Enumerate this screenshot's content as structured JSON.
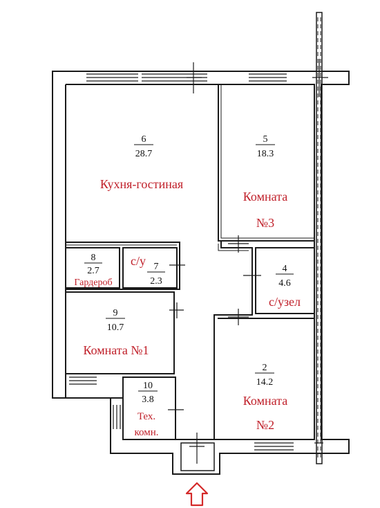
{
  "colors": {
    "wall": "#1a1a1a",
    "label_red": "#c0202a",
    "entrance_arrow": "#d42a2a",
    "background": "#ffffff"
  },
  "rooms": [
    {
      "id": "r6",
      "number": "6",
      "area": "28.7",
      "name": "Кухня-гостиная"
    },
    {
      "id": "r5",
      "number": "5",
      "area": "18.3",
      "name_line1": "Комната",
      "name_line2": "№3"
    },
    {
      "id": "r8",
      "number": "8",
      "area": "2.7",
      "name": "Гардероб"
    },
    {
      "id": "r7",
      "number": "7",
      "area": "2.3",
      "name": "с/у"
    },
    {
      "id": "r4",
      "number": "4",
      "area": "4.6",
      "name": "с/узел"
    },
    {
      "id": "r9",
      "number": "9",
      "area": "10.7",
      "name": "Комната №1"
    },
    {
      "id": "r2",
      "number": "2",
      "area": "14.2",
      "name_line1": "Комната",
      "name_line2": "№2"
    },
    {
      "id": "r10",
      "number": "10",
      "area": "3.8",
      "name_line1": "Тех.",
      "name_line2": "комн."
    }
  ],
  "icons": {
    "entrance": "entrance-arrow-icon"
  }
}
